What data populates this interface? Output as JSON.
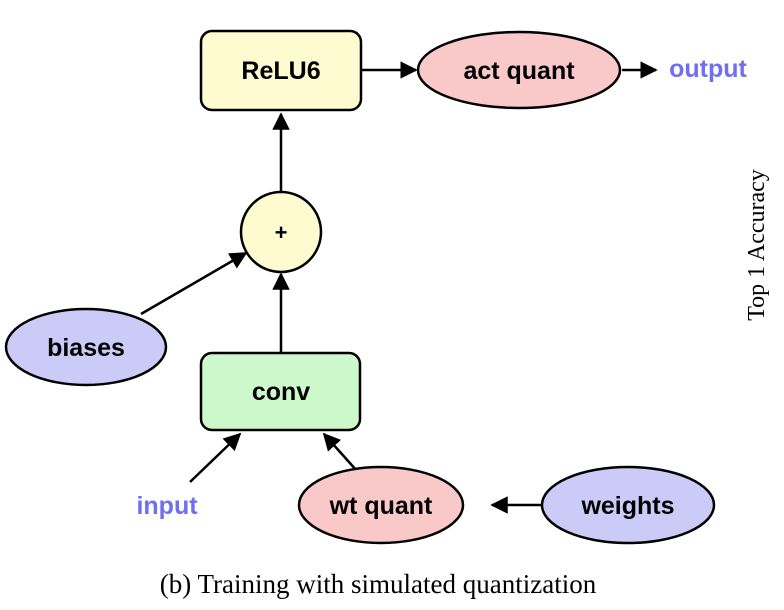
{
  "nodes": {
    "relu6": "ReLU6",
    "act_quant": "act quant",
    "output": "output",
    "plus": "+",
    "biases": "biases",
    "conv": "conv",
    "input": "input",
    "wt_quant": "wt quant",
    "weights": "weights"
  },
  "caption": "(b) Training with simulated quantization",
  "side_text": "Top 1 Accuracy",
  "colors": {
    "yellow_fill": "#fdfbcf",
    "red_fill": "#f9c8c8",
    "blue_fill": "#cccbf7",
    "green_fill": "#cdf8cc",
    "io_text": "#6f6ff0"
  }
}
